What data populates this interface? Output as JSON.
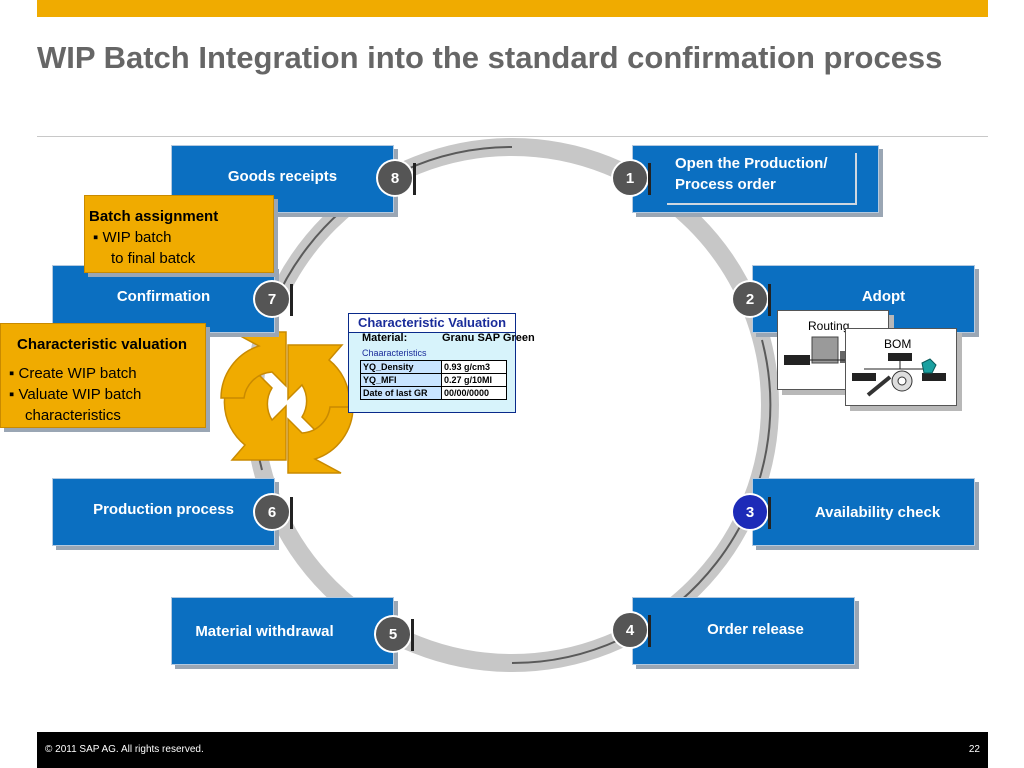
{
  "header": {
    "title": "WIP Batch Integration into the standard confirmation process"
  },
  "steps": [
    {
      "number": "1",
      "label": "Open the Production/ Process order"
    },
    {
      "number": "2",
      "label": "Adopt"
    },
    {
      "number": "3",
      "label": "Availability check"
    },
    {
      "number": "4",
      "label": "Order release"
    },
    {
      "number": "5",
      "label": "Material withdrawal"
    },
    {
      "number": "6",
      "label": "Production process"
    },
    {
      "number": "7",
      "label": "Confirmation"
    },
    {
      "number": "8",
      "label": "Goods receipts"
    }
  ],
  "callouts": {
    "batch_assignment": {
      "heading": "Batch assignment",
      "line1": "▪ WIP batch",
      "line2": "to final batck"
    },
    "characteristic_valuation": {
      "heading": "Characteristic valuation",
      "line1": "▪ Create WIP batch",
      "line2": "▪ Valuate WIP batch",
      "line3": "characteristics"
    }
  },
  "characteristic_panel": {
    "title": "Characteristic Valuation",
    "material_label": "Material:",
    "material_value": "Granu SAP Green",
    "section_label": "Chaaracteristics",
    "rows": [
      {
        "name": "YQ_Density",
        "value": "0.93 g/cm3"
      },
      {
        "name": "YQ_MFI",
        "value": "0.27 g/10MI"
      },
      {
        "name": "Date of last GR",
        "value": "00/00/0000"
      }
    ]
  },
  "documents": {
    "routing": "Routing",
    "bom": "BOM"
  },
  "footer": {
    "copyright": "©  2011 SAP AG. All rights reserved.",
    "page": "22"
  },
  "colors": {
    "accent": "#f0ab00",
    "box_blue": "#0b6fc1",
    "number_gray": "#555555",
    "number_highlight": "#1d2bb8",
    "title_gray": "#666666"
  }
}
